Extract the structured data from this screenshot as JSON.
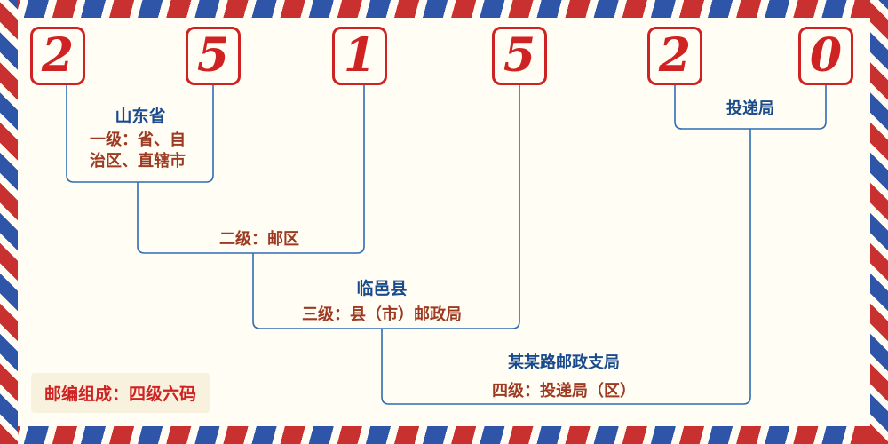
{
  "postal_code": {
    "digits": [
      "2",
      "5",
      "1",
      "5",
      "2",
      "0"
    ]
  },
  "levels": {
    "level1": {
      "region": "山东省",
      "desc_line1": "一级：省、自",
      "desc_line2": "治区、直辖市"
    },
    "level2": {
      "desc": "二级：邮区"
    },
    "level3": {
      "region": "临邑县",
      "desc": "三级：县（市）邮政局"
    },
    "level4": {
      "office": "某某路邮政支局",
      "desc": "四级：投递局（区）",
      "bracket_label": "投递局"
    }
  },
  "footer": {
    "note": "邮编组成：四级六码"
  },
  "colors": {
    "digit_red": "#cf2222",
    "connector_blue": "#2e6db5",
    "label_blue": "#1a4b8c",
    "label_red_brown": "#9c3a22",
    "stripe_red": "#c93030",
    "stripe_blue": "#2e55a8",
    "badge_background": "#f7f1de",
    "page_background": "#fffdf4"
  }
}
